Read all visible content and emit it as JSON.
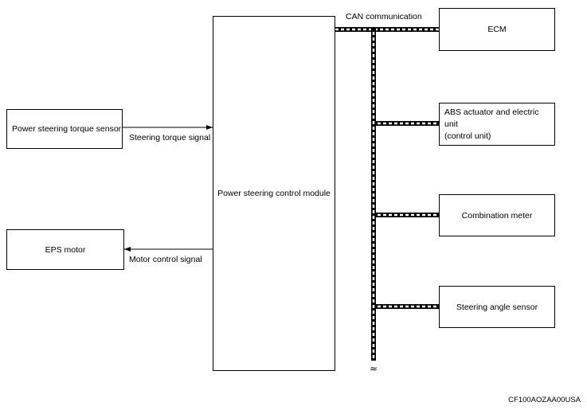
{
  "diagram": {
    "blocks": {
      "torque_sensor": "Power steering torque sensor",
      "eps_motor": "EPS motor",
      "control_module": "Power steering control module",
      "ecm": "ECM",
      "abs_line1": "ABS actuator and electric unit",
      "abs_line2": "(control unit)",
      "combination_meter": "Combination meter",
      "steering_angle_sensor": "Steering angle sensor"
    },
    "signals": {
      "steering_torque": "Steering torque signal",
      "motor_control": "Motor control signal",
      "can": "CAN communication"
    },
    "bus_break_symbol": "≈",
    "figure_code": "CF100AOZAA00USA"
  }
}
